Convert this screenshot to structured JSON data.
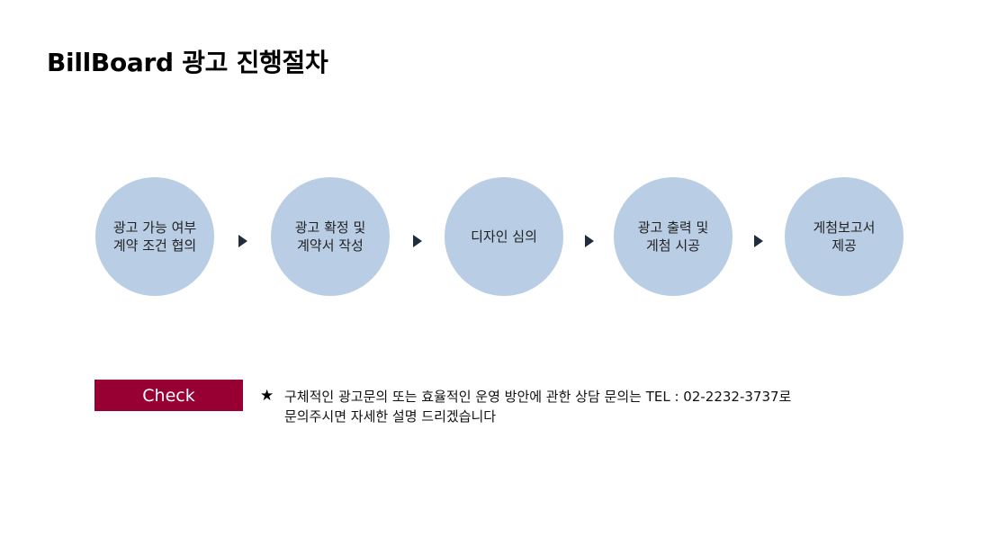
{
  "title": "BillBoard 광고 진행절차",
  "steps": [
    {
      "label": "광고 가능 여부\n계약 조건 협의"
    },
    {
      "label": "광고 확정 및\n계약서 작성"
    },
    {
      "label": "디자인 심의"
    },
    {
      "label": "광고 출력 및\n게첨 시공"
    },
    {
      "label": "게첨보고서\n제공"
    }
  ],
  "check": {
    "badge_label": "Check",
    "star_icon": "★",
    "note_line1": "구체적인 광고문의 또는 효율적인 운영 방안에 관한  상담 문의는  TEL : 02-2232-3737로",
    "note_line2": "문의주시면 자세한 설명 드리겠습니다"
  },
  "colors": {
    "step_fill": "#b9cde4",
    "badge_fill": "#980033",
    "arrow": "#1f2d3d"
  }
}
